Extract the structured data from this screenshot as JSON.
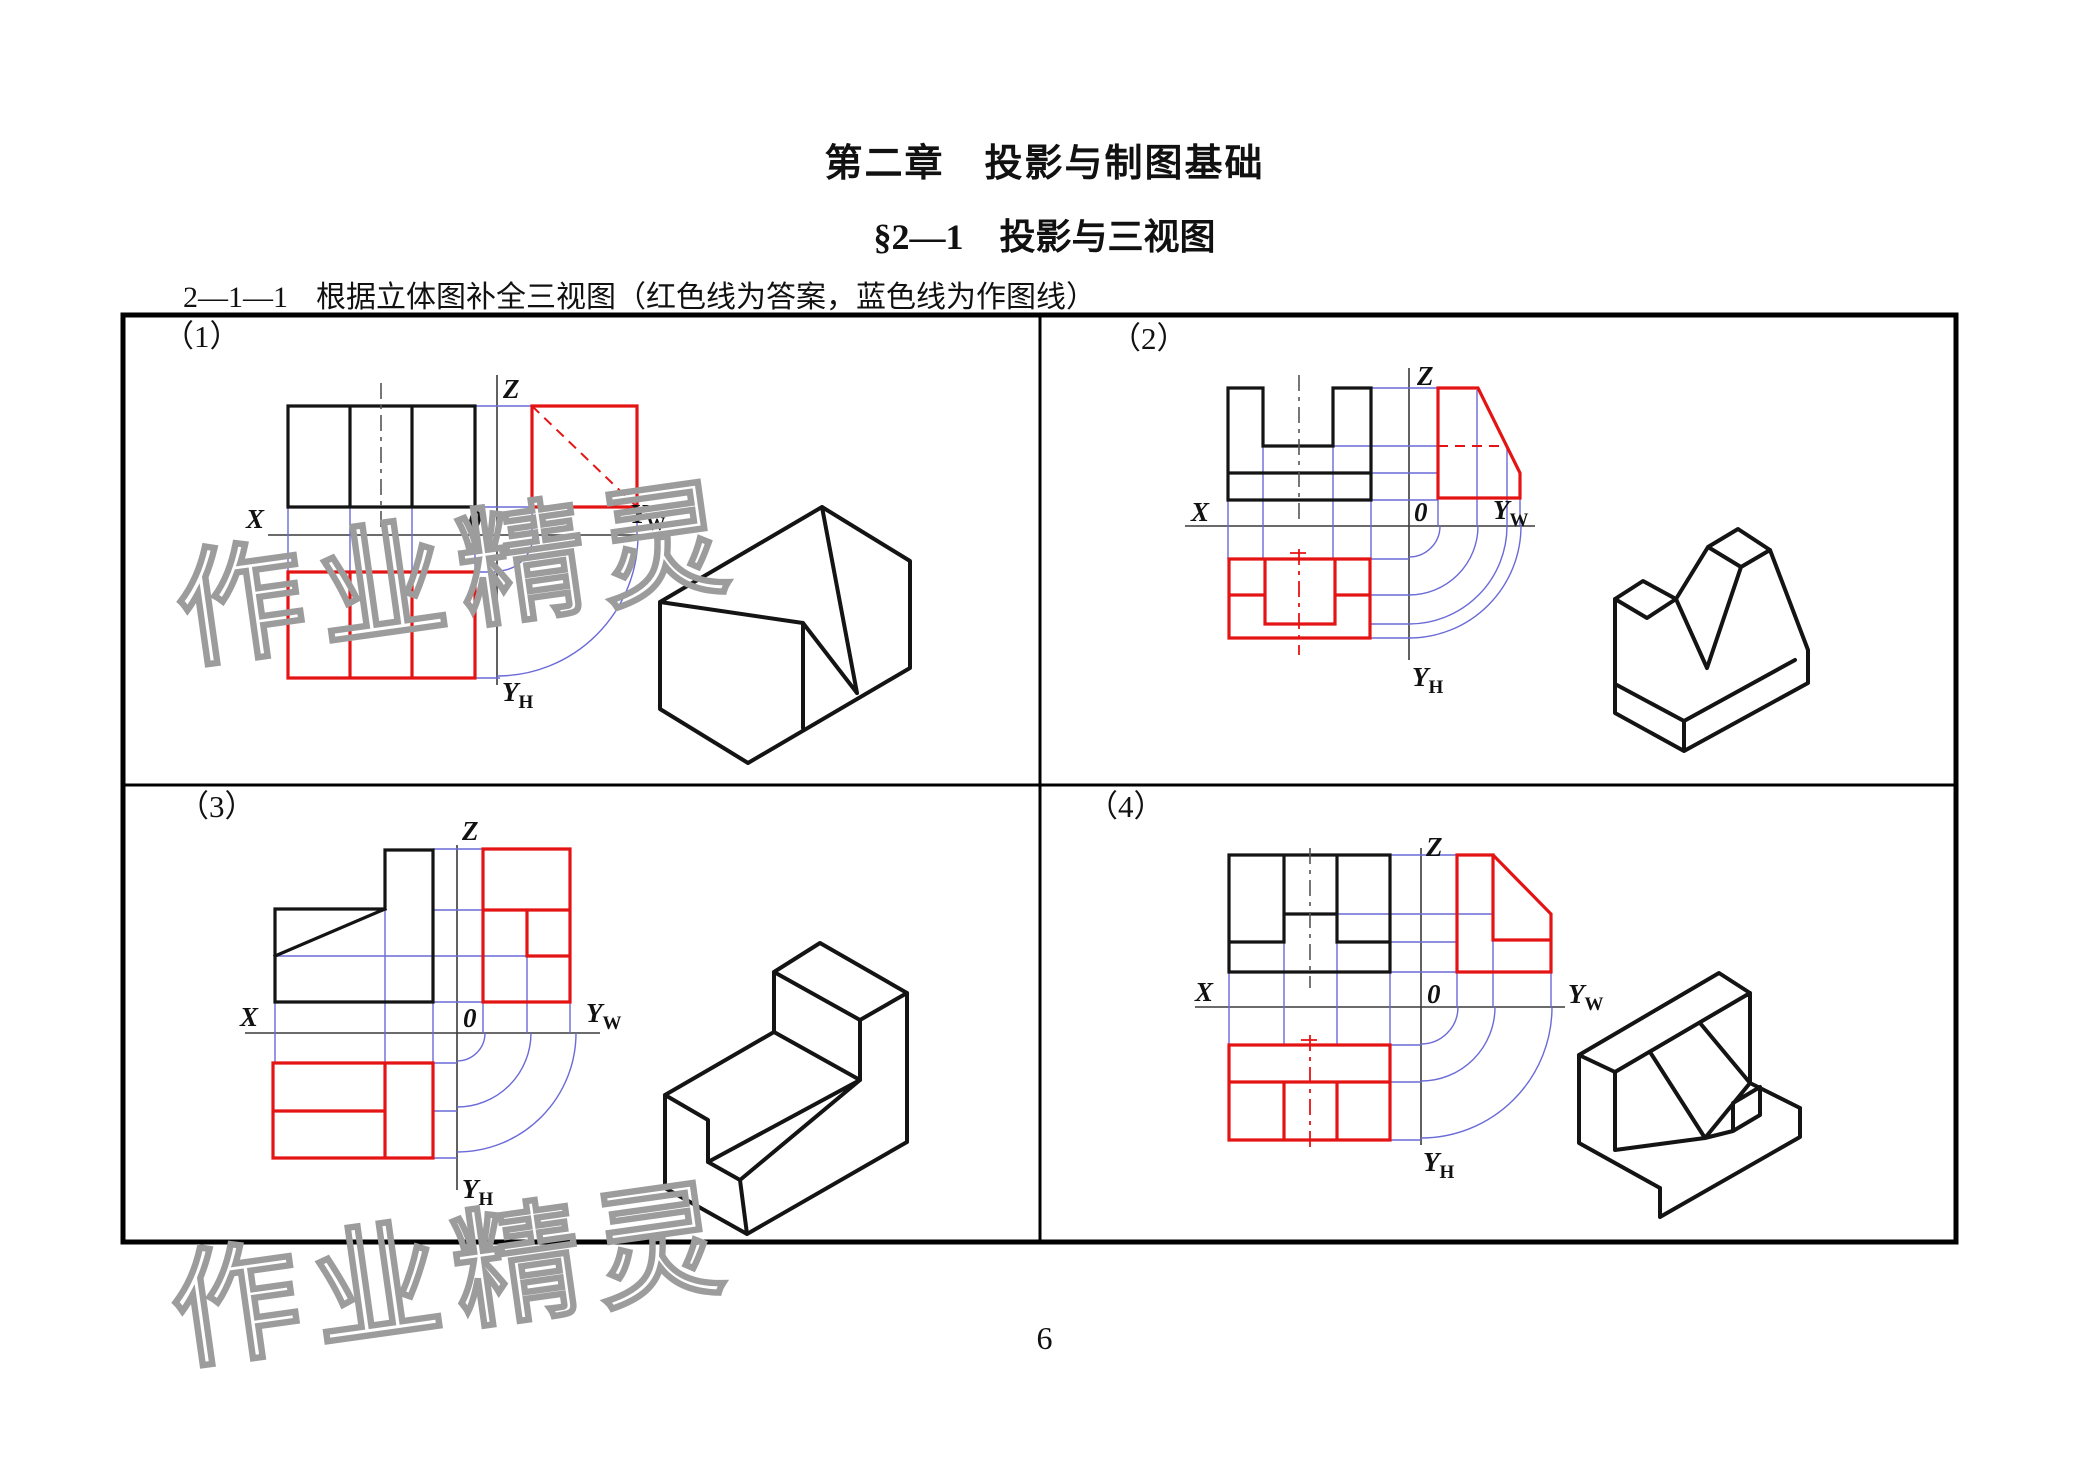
{
  "page": {
    "chapter_title": "第二章　投影与制图基础",
    "section_title": "§2—1　投影与三视图",
    "exercise_label": "2—1—1",
    "exercise_text": "根据立体图补全三视图（红色线为答案，蓝色线为作图线）",
    "page_number": "6",
    "watermark": "作业精灵"
  },
  "axis_labels": {
    "x": "X",
    "z": "Z",
    "origin": "0",
    "y": "Y",
    "w_sub": "W",
    "h_sub": "H"
  },
  "panels": [
    {
      "number": "（1）"
    },
    {
      "number": "（2）"
    },
    {
      "number": "（3）"
    },
    {
      "number": "（4）"
    }
  ],
  "colors": {
    "answer_red": "#e51414",
    "construction_blue": "#6a6ad8",
    "drawing_black": "#141414",
    "watermark_gray": "#9c9c9c"
  }
}
